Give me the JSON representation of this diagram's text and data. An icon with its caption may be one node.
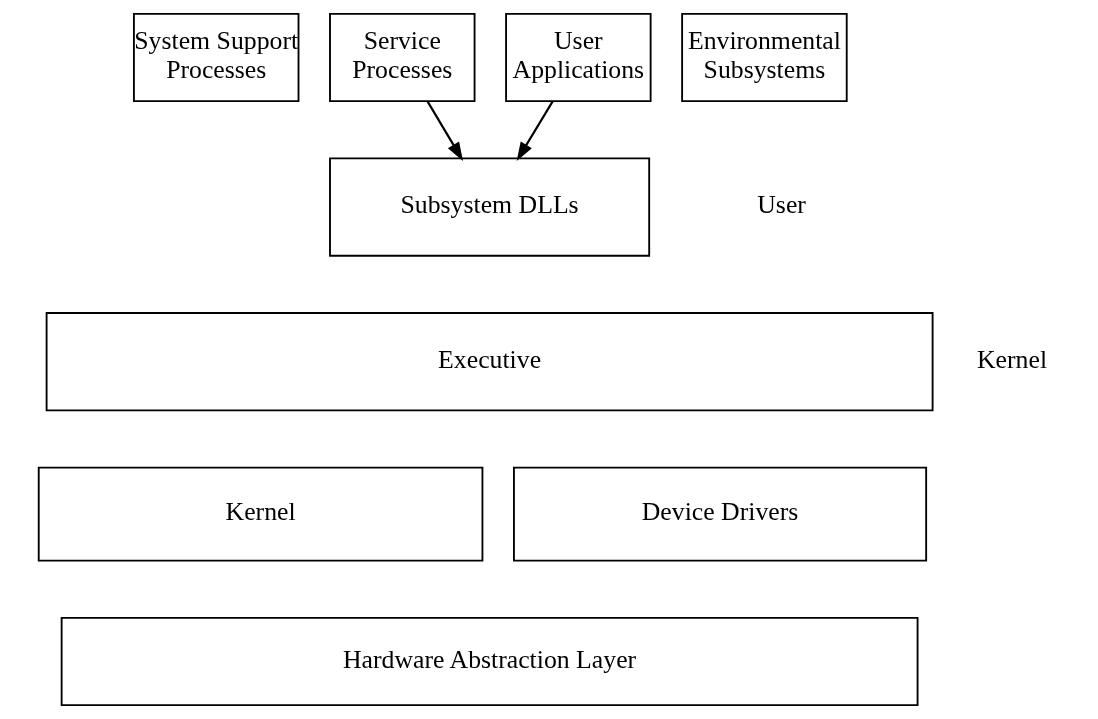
{
  "diagram": {
    "nodes": [
      {
        "text": [
          "System Support Processes"
        ]
      },
      {
        "text": [
          "Service Processes"
        ]
      },
      {
        "text": [
          "User Applications"
        ]
      },
      {
        "text": [
          "Environmental Subsystems"
        ]
      },
      {
        "text": [
          "Subsystem DLLs"
        ]
      },
      {
        "text": [
          "Executive"
        ]
      },
      {
        "text": [
          "Kernel"
        ]
      },
      {
        "text": [
          "Device Drivers"
        ]
      },
      {
        "text": [
          "Hardware Abstraction Layer"
        ]
      }
    ],
    "edges": [
      {
        "from": 1,
        "to": 4,
        "arrow": "to"
      },
      {
        "from": 2,
        "to": 4,
        "arrow": "to"
      }
    ],
    "labels": [
      "User",
      "Kernel"
    ]
  }
}
